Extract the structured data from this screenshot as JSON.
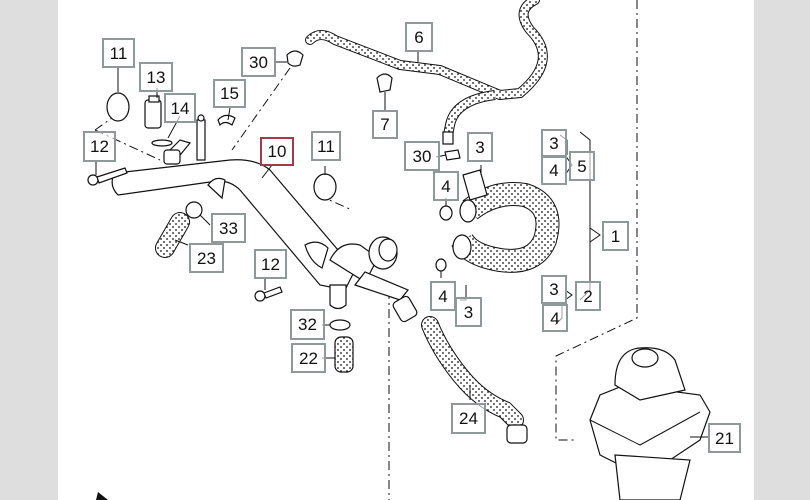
{
  "diagram": {
    "type": "exploded-parts-diagram",
    "subject": "coolant hoses and expansion tank",
    "selected_callout": "10",
    "colors": {
      "callout_border": "#8e9a9a",
      "selected_callout_border": "#a33a48",
      "page_background": "#dedede",
      "sheet_background": "#ffffff"
    }
  },
  "callouts": [
    {
      "id": "c11a",
      "label": "11"
    },
    {
      "id": "c13",
      "label": "13"
    },
    {
      "id": "c14",
      "label": "14"
    },
    {
      "id": "c15",
      "label": "15"
    },
    {
      "id": "c30a",
      "label": "30"
    },
    {
      "id": "c6",
      "label": "6"
    },
    {
      "id": "c7",
      "label": "7"
    },
    {
      "id": "c12a",
      "label": "12"
    },
    {
      "id": "c10",
      "label": "10"
    },
    {
      "id": "c11b",
      "label": "11"
    },
    {
      "id": "c30b",
      "label": "30"
    },
    {
      "id": "c3a",
      "label": "3"
    },
    {
      "id": "c4a",
      "label": "4"
    },
    {
      "id": "c3b",
      "label": "3"
    },
    {
      "id": "c4b",
      "label": "4"
    },
    {
      "id": "c5",
      "label": "5"
    },
    {
      "id": "c1",
      "label": "1"
    },
    {
      "id": "c33",
      "label": "33"
    },
    {
      "id": "c23",
      "label": "23"
    },
    {
      "id": "c12b",
      "label": "12"
    },
    {
      "id": "c4c",
      "label": "4"
    },
    {
      "id": "c3c",
      "label": "3"
    },
    {
      "id": "c3d",
      "label": "3"
    },
    {
      "id": "c2",
      "label": "2"
    },
    {
      "id": "c4d",
      "label": "4"
    },
    {
      "id": "c32",
      "label": "32"
    },
    {
      "id": "c22",
      "label": "22"
    },
    {
      "id": "c24",
      "label": "24"
    },
    {
      "id": "c21",
      "label": "21"
    }
  ]
}
